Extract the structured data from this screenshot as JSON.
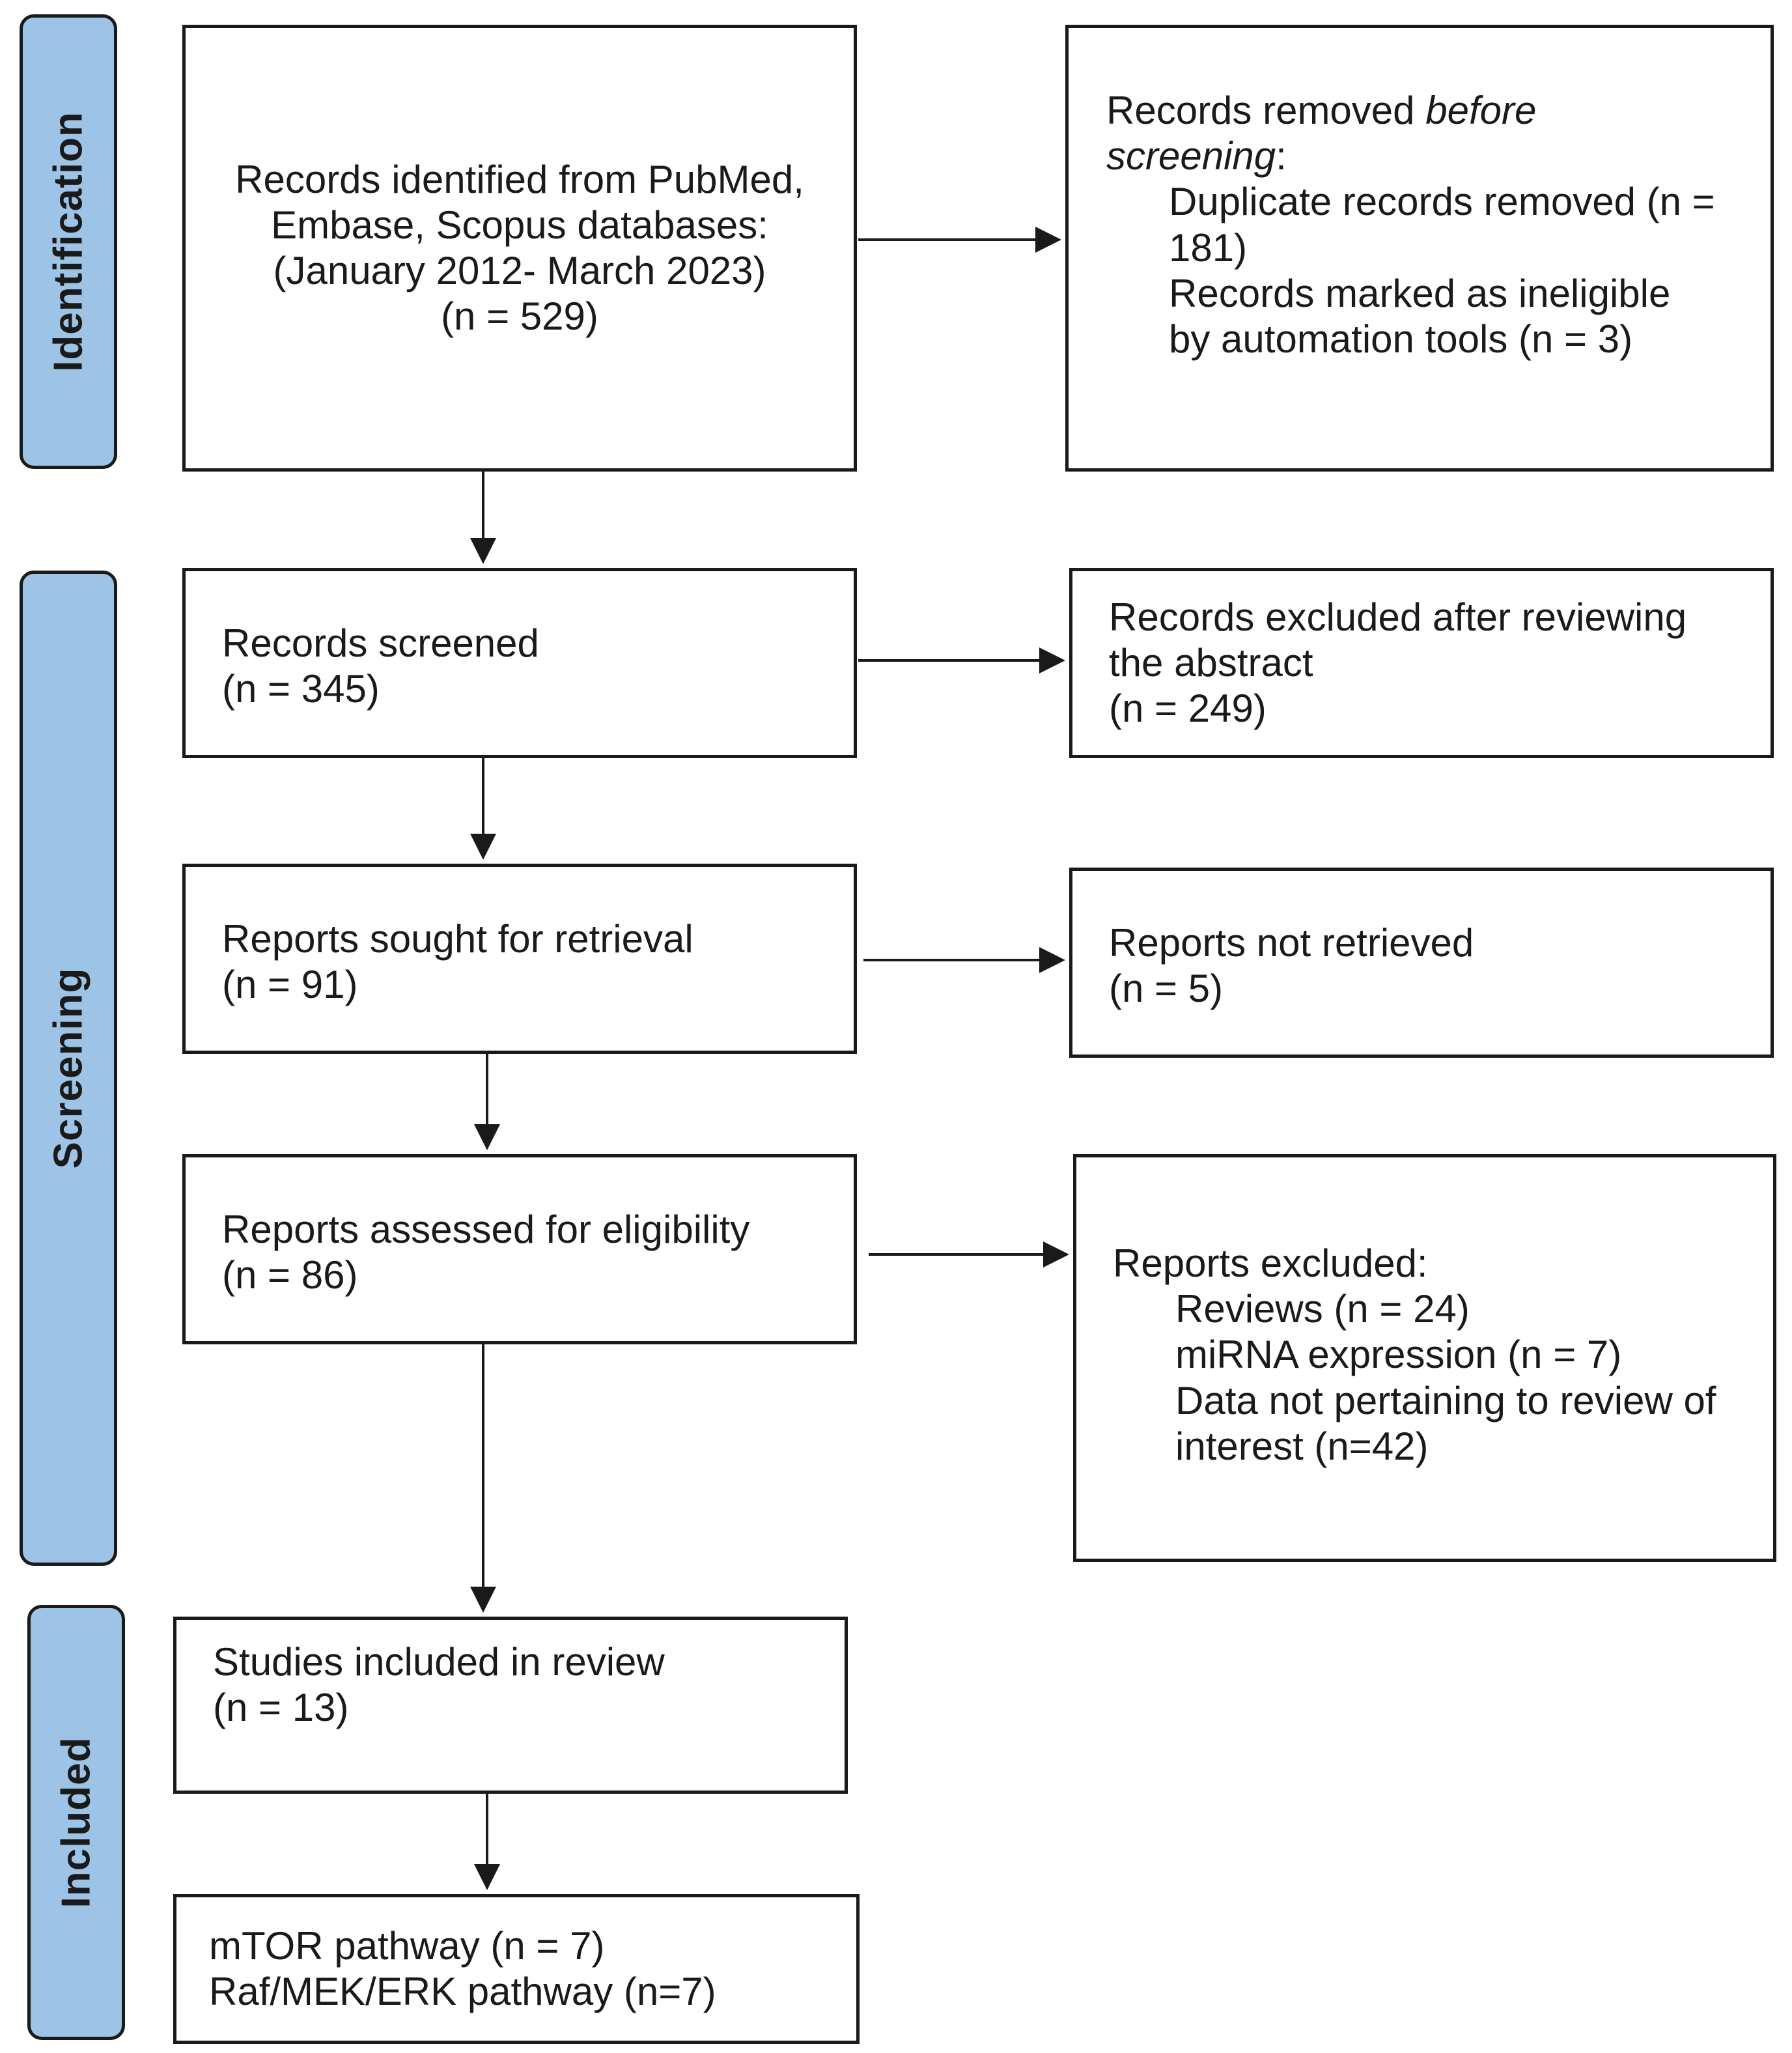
{
  "phases": {
    "identification": "Identification",
    "screening": "Screening",
    "included": "Included"
  },
  "identified": {
    "line1": "Records identified from PubMed,",
    "line2": "Embase, Scopus databases:",
    "line3": "(January 2012- March 2023)",
    "line4": "(n = 529)"
  },
  "removed": {
    "heading_prefix": "Records removed ",
    "heading_em1": "before",
    "heading_em2": "screening",
    "heading_suffix": ":",
    "dup_line1": "Duplicate records removed (n =",
    "dup_line2": "181)",
    "inel_line1": "Records marked as ineligible",
    "inel_line2": "by automation tools (n = 3)"
  },
  "screened": {
    "line1": "Records screened",
    "line2": "(n = 345)"
  },
  "excluded_abstract": {
    "line1": "Records excluded after reviewing",
    "line2": "the abstract",
    "line3": "(n = 249)"
  },
  "sought": {
    "line1": "Reports sought for retrieval",
    "line2": "(n = 91)"
  },
  "not_retrieved": {
    "line1": "Reports not retrieved",
    "line2": "(n = 5)"
  },
  "assessed": {
    "line1": "Reports assessed for eligibility",
    "line2": "(n = 86)"
  },
  "reports_excluded": {
    "heading": "Reports excluded:",
    "reviews": "Reviews (n = 24)",
    "mirna": "miRNA expression (n = 7)",
    "data_line1": "Data not pertaining to review of",
    "data_line2": "interest (n=42)"
  },
  "included_studies": {
    "line1": "Studies included in review",
    "line2": "(n = 13)"
  },
  "pathways": {
    "line1": "mTOR pathway (n = 7)",
    "line2": "Raf/MEK/ERK pathway (n=7)"
  }
}
